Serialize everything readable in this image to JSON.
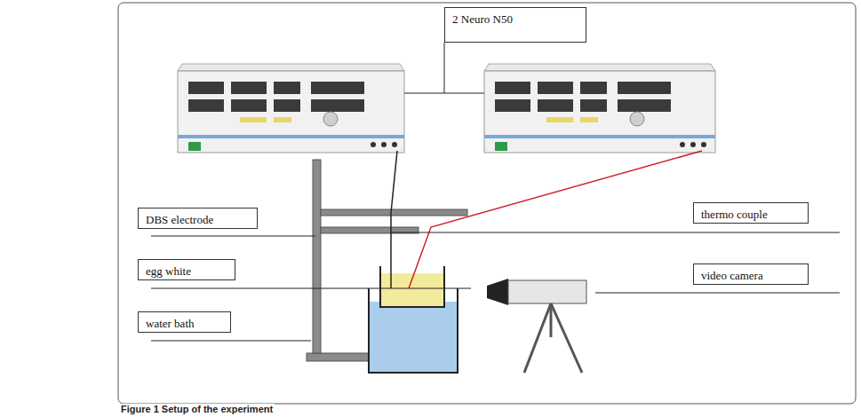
{
  "diagram": {
    "caption": "Figure 1 Setup of the experiment",
    "nodes": [
      {
        "text": [
          "2 Neuro N50"
        ]
      },
      {
        "text": [
          "DBS electrode"
        ]
      },
      {
        "text": [
          "thermo couple"
        ]
      },
      {
        "text": [
          "egg white"
        ]
      },
      {
        "text": [
          "video camera"
        ]
      },
      {
        "text": [
          "water bath"
        ]
      }
    ]
  }
}
